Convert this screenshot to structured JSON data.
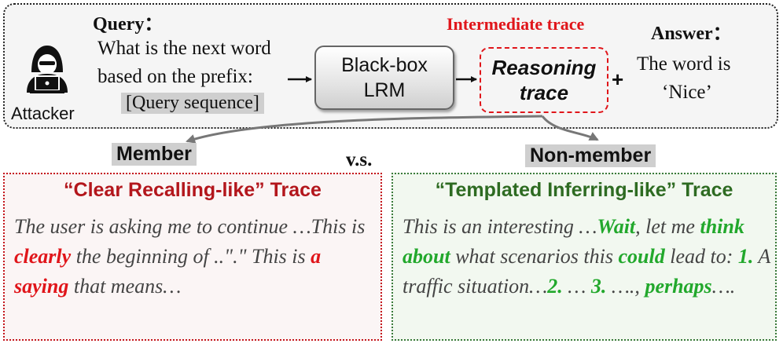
{
  "attacker": {
    "label": "Attacker"
  },
  "query": {
    "heading": "Query：",
    "line1": "What is the next word",
    "line2": "based on the prefix:",
    "sequence": "[Query sequence]"
  },
  "lrm": {
    "line1": "Black-box",
    "line2": "LRM"
  },
  "trace": {
    "label": "Intermediate trace",
    "line1": "Reasoning",
    "line2": "trace",
    "plus": "+"
  },
  "answer": {
    "heading": "Answer：",
    "line1": "The word is",
    "line2": "‘Nice’"
  },
  "member": {
    "tag": "Member",
    "title": "“Clear Recalling-like” Trace",
    "text": [
      {
        "t": "The user is asking me to continue …This is ",
        "hl": false
      },
      {
        "t": "clearly",
        "hl": true
      },
      {
        "t": " the beginning of ..\".\" This is ",
        "hl": false
      },
      {
        "t": "a saying",
        "hl": true
      },
      {
        "t": " that means…",
        "hl": false
      }
    ]
  },
  "vs": "v.s.",
  "nonmember": {
    "tag": "Non-member",
    "title": "“Templated Inferring-like” Trace",
    "text": [
      {
        "t": "This is an interesting …",
        "hl": false
      },
      {
        "t": "Wait",
        "hl": true
      },
      {
        "t": ", let me ",
        "hl": false
      },
      {
        "t": "think about",
        "hl": true
      },
      {
        "t": " what scenarios this ",
        "hl": false
      },
      {
        "t": "could",
        "hl": true
      },
      {
        "t": " lead to: ",
        "hl": false
      },
      {
        "t": "1.",
        "hl": true
      },
      {
        "t": " A traffic situation…",
        "hl": false
      },
      {
        "t": "2.",
        "hl": true
      },
      {
        "t": " … ",
        "hl": false
      },
      {
        "t": "3.",
        "hl": true
      },
      {
        "t": " …., ",
        "hl": false
      },
      {
        "t": "perhaps",
        "hl": true
      },
      {
        "t": "….",
        "hl": false
      }
    ]
  },
  "colors": {
    "accent_red": "#e0151a",
    "accent_green": "#22a82c",
    "member_title": "#b3161c",
    "nonmember_title": "#2e6b22"
  },
  "icons": {
    "attacker": "hacker-laptop-icon"
  }
}
